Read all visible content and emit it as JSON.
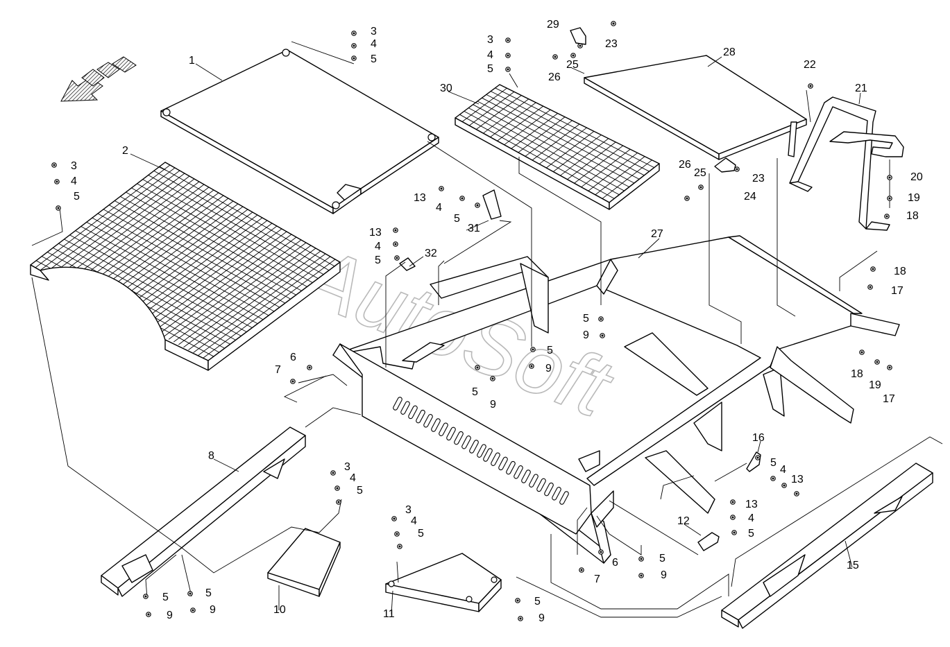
{
  "watermark": "AutoSoft",
  "callouts": [
    {
      "id": "c1",
      "text": "1"
    },
    {
      "id": "c2",
      "text": "2"
    },
    {
      "id": "c3a",
      "text": "3"
    },
    {
      "id": "c4a",
      "text": "4"
    },
    {
      "id": "c5a",
      "text": "5"
    },
    {
      "id": "c3b",
      "text": "3"
    },
    {
      "id": "c4b",
      "text": "4"
    },
    {
      "id": "c5b",
      "text": "5"
    },
    {
      "id": "c3c",
      "text": "3"
    },
    {
      "id": "c4c",
      "text": "4"
    },
    {
      "id": "c5c",
      "text": "5"
    },
    {
      "id": "c30",
      "text": "30"
    },
    {
      "id": "c29",
      "text": "29"
    },
    {
      "id": "c23a",
      "text": "23"
    },
    {
      "id": "c25a",
      "text": "25"
    },
    {
      "id": "c26a",
      "text": "26"
    },
    {
      "id": "c28",
      "text": "28"
    },
    {
      "id": "c22",
      "text": "22"
    },
    {
      "id": "c21",
      "text": "21"
    },
    {
      "id": "c20",
      "text": "20"
    },
    {
      "id": "c19a",
      "text": "19"
    },
    {
      "id": "c18a",
      "text": "18"
    },
    {
      "id": "c25b",
      "text": "25"
    },
    {
      "id": "c23b",
      "text": "23"
    },
    {
      "id": "c26b",
      "text": "26"
    },
    {
      "id": "c24",
      "text": "24"
    },
    {
      "id": "c13a",
      "text": "13"
    },
    {
      "id": "c4d",
      "text": "4"
    },
    {
      "id": "c5d",
      "text": "5"
    },
    {
      "id": "c31",
      "text": "31"
    },
    {
      "id": "c13b",
      "text": "13"
    },
    {
      "id": "c4e",
      "text": "4"
    },
    {
      "id": "c5e",
      "text": "5"
    },
    {
      "id": "c32",
      "text": "32"
    },
    {
      "id": "c27",
      "text": "27"
    },
    {
      "id": "c18b",
      "text": "18"
    },
    {
      "id": "c17a",
      "text": "17"
    },
    {
      "id": "c5f",
      "text": "5"
    },
    {
      "id": "c9a",
      "text": "9"
    },
    {
      "id": "c5g",
      "text": "5"
    },
    {
      "id": "c9b",
      "text": "9"
    },
    {
      "id": "c5h",
      "text": "5"
    },
    {
      "id": "c9c",
      "text": "9"
    },
    {
      "id": "c18c",
      "text": "18"
    },
    {
      "id": "c19b",
      "text": "19"
    },
    {
      "id": "c17b",
      "text": "17"
    },
    {
      "id": "c6a",
      "text": "6"
    },
    {
      "id": "c7a",
      "text": "7"
    },
    {
      "id": "c8",
      "text": "8"
    },
    {
      "id": "c3d",
      "text": "3"
    },
    {
      "id": "c4f",
      "text": "4"
    },
    {
      "id": "c5i",
      "text": "5"
    },
    {
      "id": "c3e",
      "text": "3"
    },
    {
      "id": "c4g",
      "text": "4"
    },
    {
      "id": "c5j",
      "text": "5"
    },
    {
      "id": "c16",
      "text": "16"
    },
    {
      "id": "c5k",
      "text": "5"
    },
    {
      "id": "c4h",
      "text": "4"
    },
    {
      "id": "c13c",
      "text": "13"
    },
    {
      "id": "c13d",
      "text": "13"
    },
    {
      "id": "c4i",
      "text": "4"
    },
    {
      "id": "c5l",
      "text": "5"
    },
    {
      "id": "c12",
      "text": "12"
    },
    {
      "id": "c6b",
      "text": "6"
    },
    {
      "id": "c7b",
      "text": "7"
    },
    {
      "id": "c5m",
      "text": "5"
    },
    {
      "id": "c9d",
      "text": "9"
    },
    {
      "id": "c15",
      "text": "15"
    },
    {
      "id": "c5n",
      "text": "5"
    },
    {
      "id": "c9e",
      "text": "9"
    },
    {
      "id": "c5o",
      "text": "5"
    },
    {
      "id": "c9f",
      "text": "9"
    },
    {
      "id": "c10",
      "text": "10"
    },
    {
      "id": "c11",
      "text": "11"
    },
    {
      "id": "c5p",
      "text": "5"
    },
    {
      "id": "c9g",
      "text": "9"
    }
  ]
}
